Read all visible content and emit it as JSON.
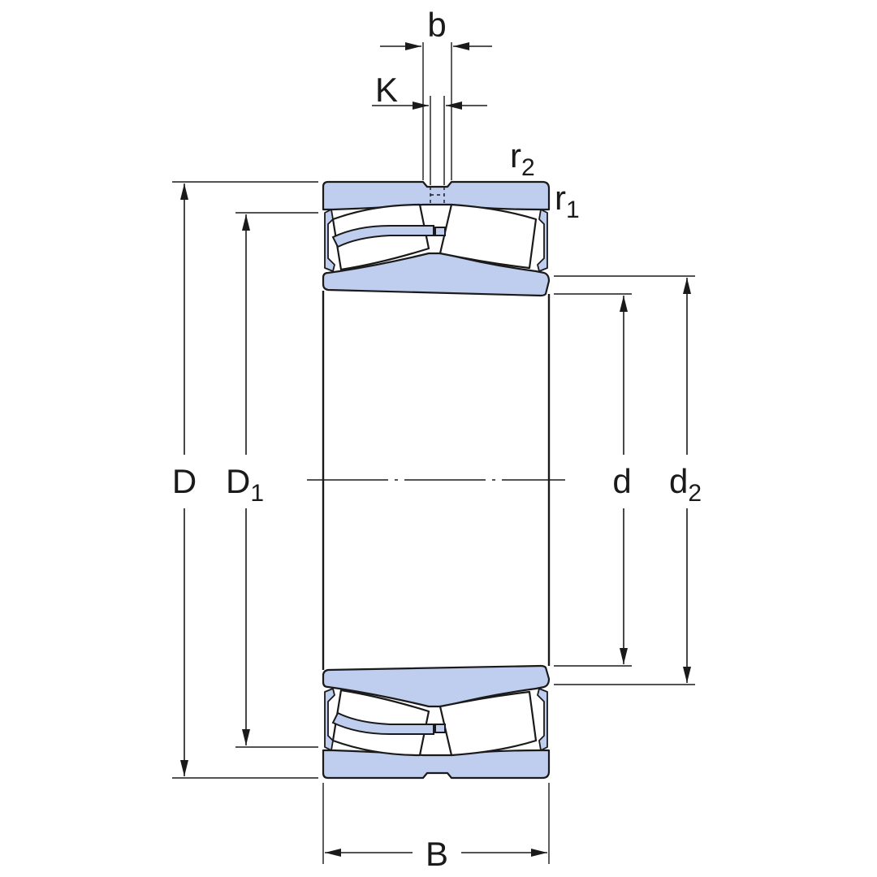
{
  "labels": {
    "b": "b",
    "K": "K",
    "r2_base": "r",
    "r2_sub": "2",
    "r1_base": "r",
    "r1_sub": "1",
    "D": "D",
    "D1_base": "D",
    "D1_sub": "1",
    "d": "d",
    "d2_base": "d",
    "d2_sub": "2",
    "B": "B"
  },
  "colors": {
    "part_fill": "#bfcdee",
    "line": "#1a1a1a",
    "background": "#ffffff"
  }
}
